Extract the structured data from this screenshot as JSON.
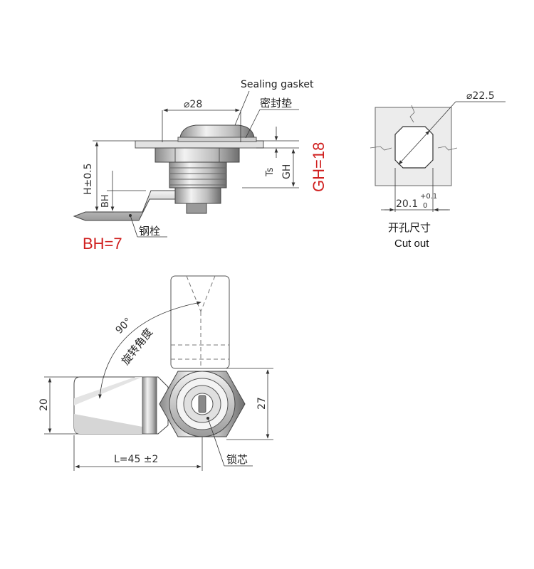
{
  "top_view": {
    "sealing_gasket_label": "Sealing gasket",
    "sealing_gasket_cn": "密封垫",
    "diameter_label": "⌀28",
    "h_label": "H±0.5",
    "bh_label": "BH",
    "ts_label": "Ts",
    "gh_label": "GH",
    "gh_value": "GH=18",
    "bh_value": "BH=7",
    "bolt_label": "钢栓"
  },
  "cutout": {
    "diameter_label": "⌀22.5",
    "flat_label": "20.1",
    "tol_upper": "+0.1",
    "tol_lower": "0",
    "title_cn": "开孔尺寸",
    "title_en": "Cut out"
  },
  "front_view": {
    "angle_label": "90°",
    "rotation_label": "旋转角度",
    "width_label": "20",
    "height_label": "27",
    "length_label": "L=45 ±2",
    "core_label": "锁芯"
  },
  "colors": {
    "dim_text": "#333333",
    "accent_red": "#d0201f",
    "steel_light": "#e6e6e6",
    "steel_dark": "#7a7a7a"
  }
}
